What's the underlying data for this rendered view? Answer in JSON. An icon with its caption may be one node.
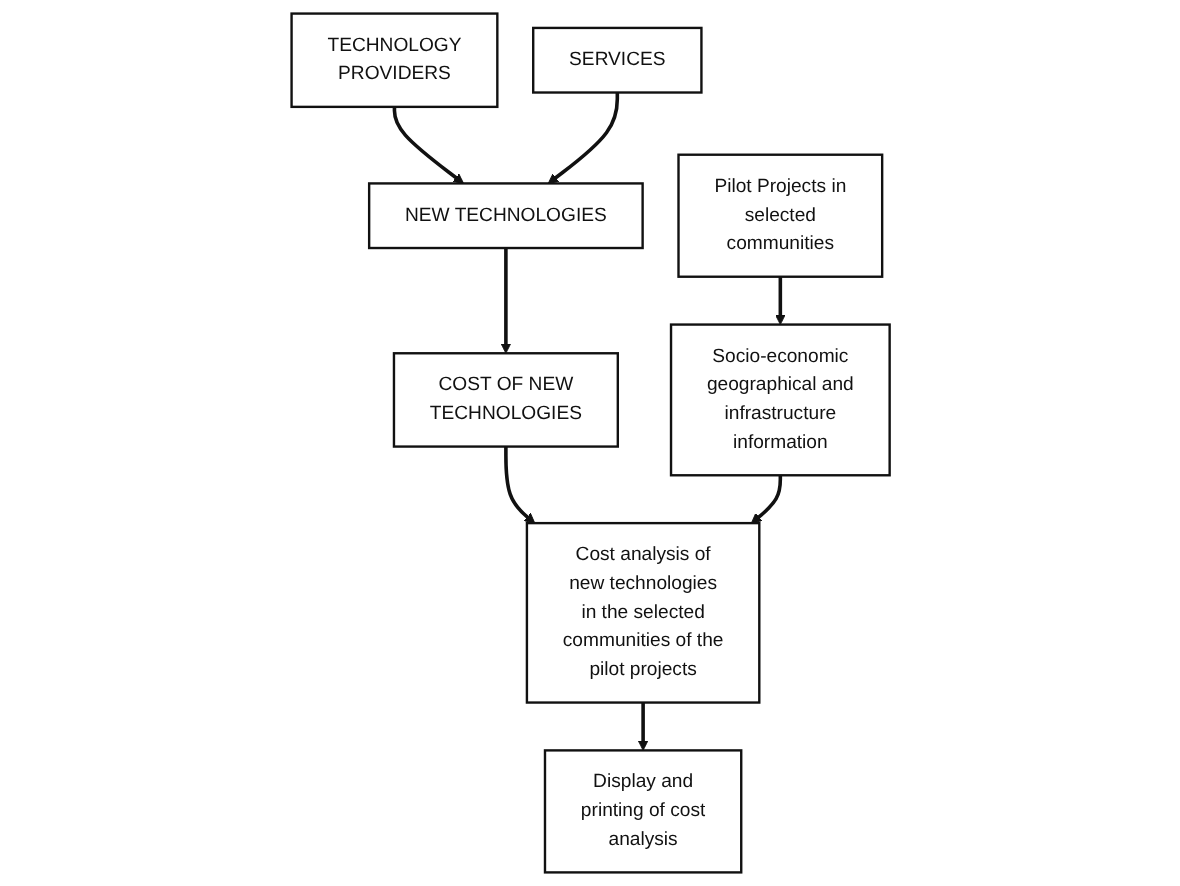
{
  "diagram": {
    "nodes": [
      {
        "text": [
          "TECHNOLOGY PROVIDERS"
        ]
      },
      {
        "text": [
          "NEW TECHNOLOGIES"
        ]
      },
      {
        "text": [
          "SERVICES"
        ]
      },
      {
        "text": [
          "Pilot Projects in selected communities"
        ]
      },
      {
        "text": [
          "COST OF NEW TECHNOLOGIES"
        ]
      },
      {
        "text": [
          "Socio-economic geographical and infrastructure information"
        ]
      },
      {
        "text": [
          "Cost analysis of new technologies in the selected communities of the pilot projects"
        ]
      },
      {
        "text": [
          "Display and printing of cost analysis"
        ]
      }
    ],
    "edges": [
      {
        "from": 0,
        "to": 1,
        "arrow": "to"
      },
      {
        "from": 2,
        "to": 1,
        "arrow": "to"
      },
      {
        "from": 1,
        "to": 4,
        "arrow": "to"
      },
      {
        "from": 3,
        "to": 5,
        "arrow": "to"
      },
      {
        "from": 4,
        "to": 6,
        "arrow": "to"
      },
      {
        "from": 5,
        "to": 6,
        "arrow": "to"
      },
      {
        "from": 6,
        "to": 7,
        "arrow": "to"
      }
    ]
  }
}
